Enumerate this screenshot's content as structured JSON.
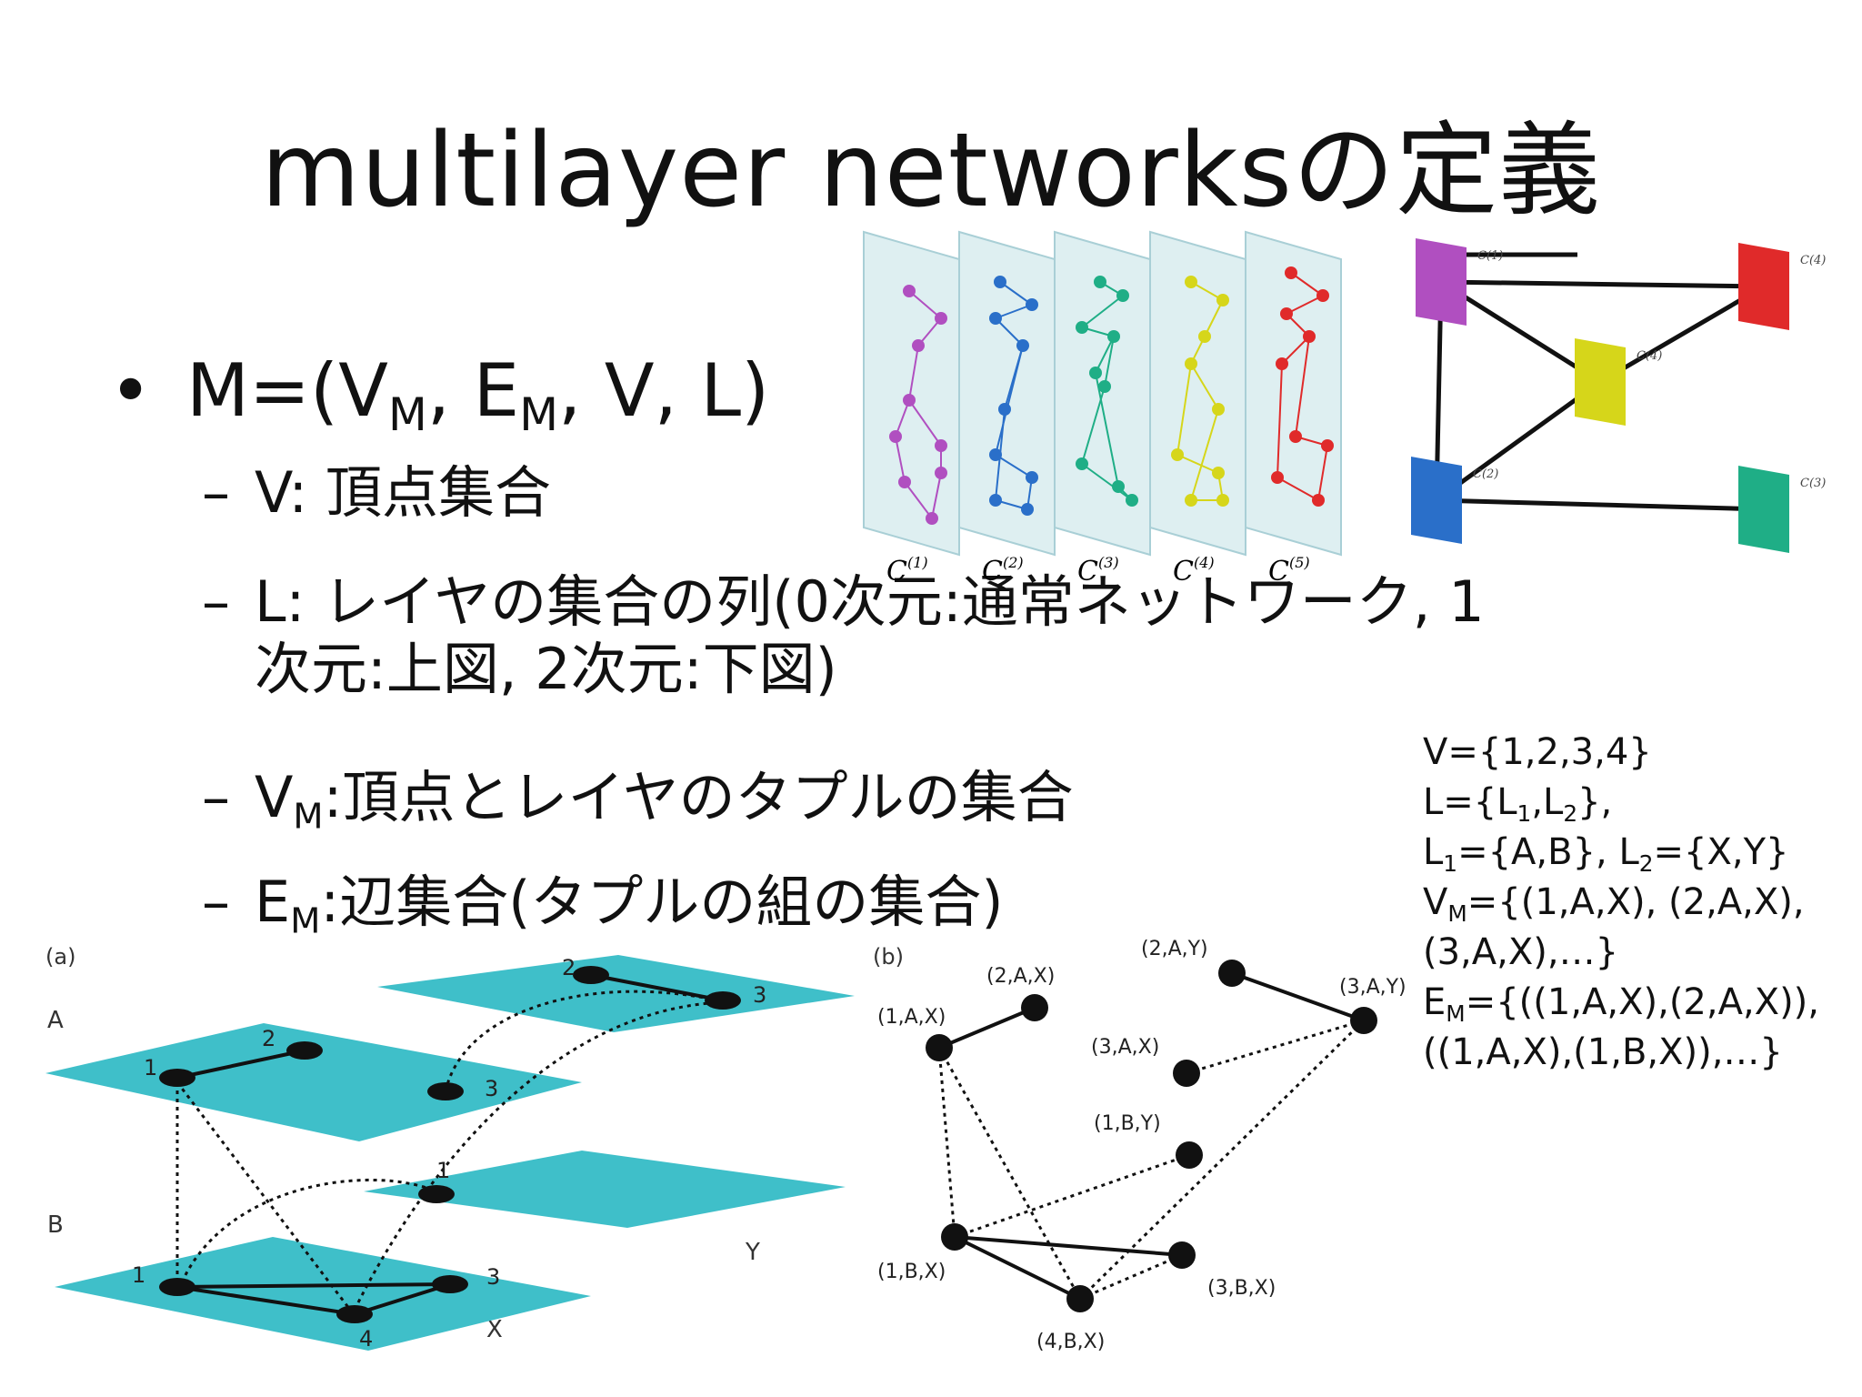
{
  "title": "multilayer networksの定義",
  "bullet": {
    "parts": [
      "M=(V",
      "M",
      ", E",
      "M",
      ", V, L)"
    ]
  },
  "subbullets": {
    "v": "V: 頂点集合",
    "l_line1": "L: レイヤの集合の列(0次元:通常ネットワーク, 1",
    "l_line2": "次元:上図, 2次元:下図)",
    "vm": [
      "V",
      "M",
      ":頂点とレイヤのタプルの集合"
    ],
    "em": [
      "E",
      "M",
      ":辺集合(タプルの組の集合)"
    ]
  },
  "top_figure": {
    "layer_labels": [
      "C",
      "C",
      "C",
      "C",
      "C"
    ],
    "layer_superscripts": [
      "(1)",
      "(2)",
      "(3)",
      "(4)",
      "(5)"
    ],
    "colors": [
      "#b04fc0",
      "#2a6fc9",
      "#1fae86",
      "#d6d61a",
      "#e02a2a"
    ],
    "graph_labels": [
      "C",
      "C",
      "C",
      "C",
      "C"
    ],
    "graph_superscripts": [
      "(1)",
      "(4)",
      "(4)",
      "(2)",
      "(3)"
    ]
  },
  "fig_a": {
    "panel_label": "(a)",
    "aspect_labels": [
      "A",
      "B",
      "X",
      "Y"
    ],
    "node_labels": [
      "1",
      "2",
      "3",
      "2",
      "3",
      "1",
      "1",
      "3",
      "4"
    ]
  },
  "fig_b": {
    "panel_label": "(b)",
    "node_labels": [
      "(1,A,X)",
      "(2,A,X)",
      "(2,A,Y)",
      "(3,A,Y)",
      "(3,A,X)",
      "(1,B,Y)",
      "(1,B,X)",
      "(3,B,X)",
      "(4,B,X)"
    ]
  },
  "sets": {
    "v": "V={1,2,3,4}",
    "l": [
      "L={L",
      "1",
      ",L",
      "2",
      "},"
    ],
    "l12": [
      "L",
      "1",
      "={A,B}, L",
      "2",
      "={X,Y}"
    ],
    "vm1": [
      "V",
      "M",
      "={(1,A,X), (2,A,X),"
    ],
    "vm2": "(3,A,X),…}",
    "em1": [
      "E",
      "M",
      "={((1,A,X),(2,A,X)),"
    ],
    "em2": "((1,A,X),(1,B,X)),…}"
  }
}
